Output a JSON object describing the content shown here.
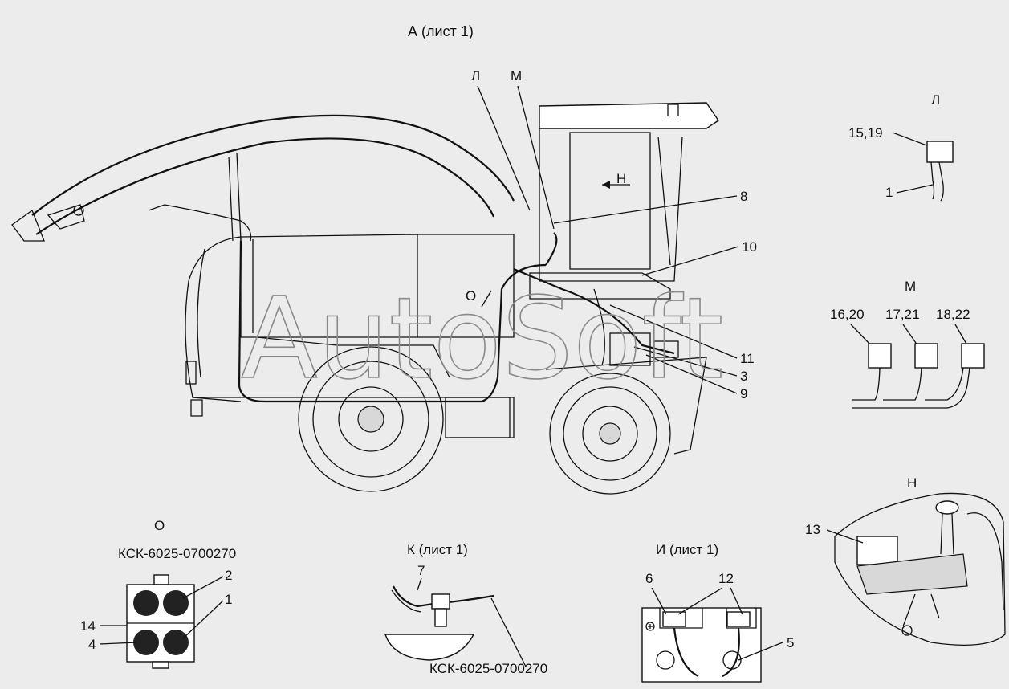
{
  "view_titles": {
    "main": "А (лист 1)",
    "L": "Л",
    "M": "М",
    "N": "Н",
    "O": "О",
    "K": "К (лист 1)",
    "I": "И (лист 1)"
  },
  "main_callouts": {
    "L": "Л",
    "M": "М",
    "N": "Н",
    "O": "О",
    "c8": "8",
    "c10": "10",
    "c11": "11",
    "c3": "3",
    "c9": "9"
  },
  "view_L": {
    "c1519": "15,19",
    "c1": "1"
  },
  "view_M": {
    "c1620": "16,20",
    "c1721": "17,21",
    "c1822": "18,22"
  },
  "view_N": {
    "c13": "13"
  },
  "view_O": {
    "part_number": "КСК-6025-0700270",
    "c2": "2",
    "c1": "1",
    "c14": "14",
    "c4": "4"
  },
  "view_K": {
    "c7": "7",
    "part_number": "КСК-6025-0700270"
  },
  "view_I": {
    "c6": "6",
    "c12": "12",
    "c5": "5"
  },
  "watermark": "AutoSoft"
}
